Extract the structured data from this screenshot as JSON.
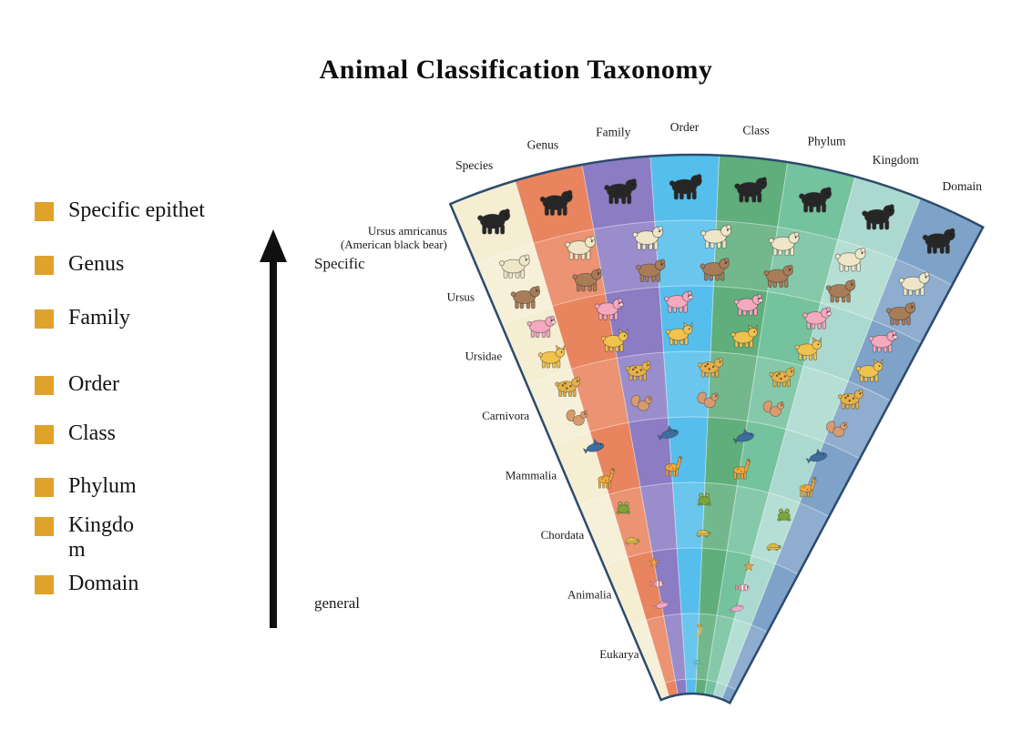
{
  "title": "Animal Classification Taxonomy",
  "legend": {
    "swatch_color": "#DFA32B",
    "items": [
      "Specific epithet",
      "Genus",
      "Family",
      "Order",
      "Class",
      "Phylum",
      "Kingdom",
      "Domain"
    ]
  },
  "arrow": {
    "top_label": "Specific",
    "bottom_label": "general"
  },
  "fan": {
    "outline_color": "#2E4B6E",
    "columns": [
      {
        "label": "Species",
        "color": "#F5EED3"
      },
      {
        "label": "Genus",
        "color": "#E8845E"
      },
      {
        "label": "Family",
        "color": "#8C7CC4"
      },
      {
        "label": "Order",
        "color": "#55BEEC"
      },
      {
        "label": "Class",
        "color": "#5FAE7B"
      },
      {
        "label": "Phylum",
        "color": "#74C29E"
      },
      {
        "label": "Kingdom",
        "color": "#ABD9CF"
      },
      {
        "label": "Domain",
        "color": "#7FA3C8"
      }
    ],
    "rows": [
      {
        "rank": "Species",
        "label_lines": [
          "Ursus amricanus",
          "(American black bear)"
        ],
        "animals": [
          "black-bear"
        ]
      },
      {
        "rank": "Genus",
        "label_lines": [
          "Ursus"
        ],
        "animals": [
          "polar-bear",
          "brown-bear"
        ]
      },
      {
        "rank": "Family",
        "label_lines": [
          "Ursidae"
        ],
        "animals": [
          "pig",
          "cat"
        ]
      },
      {
        "rank": "Order",
        "label_lines": [
          "Carnivora"
        ],
        "animals": [
          "cheetah",
          "squirrel"
        ]
      },
      {
        "rank": "Class",
        "label_lines": [
          "Mammalia"
        ],
        "animals": [
          "dolphin",
          "giraffe"
        ]
      },
      {
        "rank": "Phylum",
        "label_lines": [
          "Chordata"
        ],
        "animals": [
          "frog",
          "turtle"
        ]
      },
      {
        "rank": "Kingdom",
        "label_lines": [
          "Animalia"
        ],
        "animals": [
          "starfish",
          "clownfish",
          "pink-dolphin"
        ]
      },
      {
        "rank": "Domain",
        "label_lines": [
          "Eukarya"
        ],
        "animals": [
          "seahorse",
          "jellyfish"
        ]
      }
    ],
    "animal_colors": {
      "black-bear": "#262626",
      "polar-bear": "#EFE6C8",
      "brown-bear": "#A97C58",
      "pig": "#F4A9BE",
      "cat": "#F2C24E",
      "cheetah": "#E2B14C",
      "squirrel": "#D89B6F",
      "dolphin": "#3D6E9E",
      "giraffe": "#F0A93C",
      "frog": "#7CA43A",
      "turtle": "#E4C04A",
      "starfish": "#F2A03D",
      "clownfish": "#F28CA0",
      "pink-dolphin": "#F1A8C9",
      "seahorse": "#E8B64C",
      "jellyfish": "#66C4C0"
    }
  }
}
